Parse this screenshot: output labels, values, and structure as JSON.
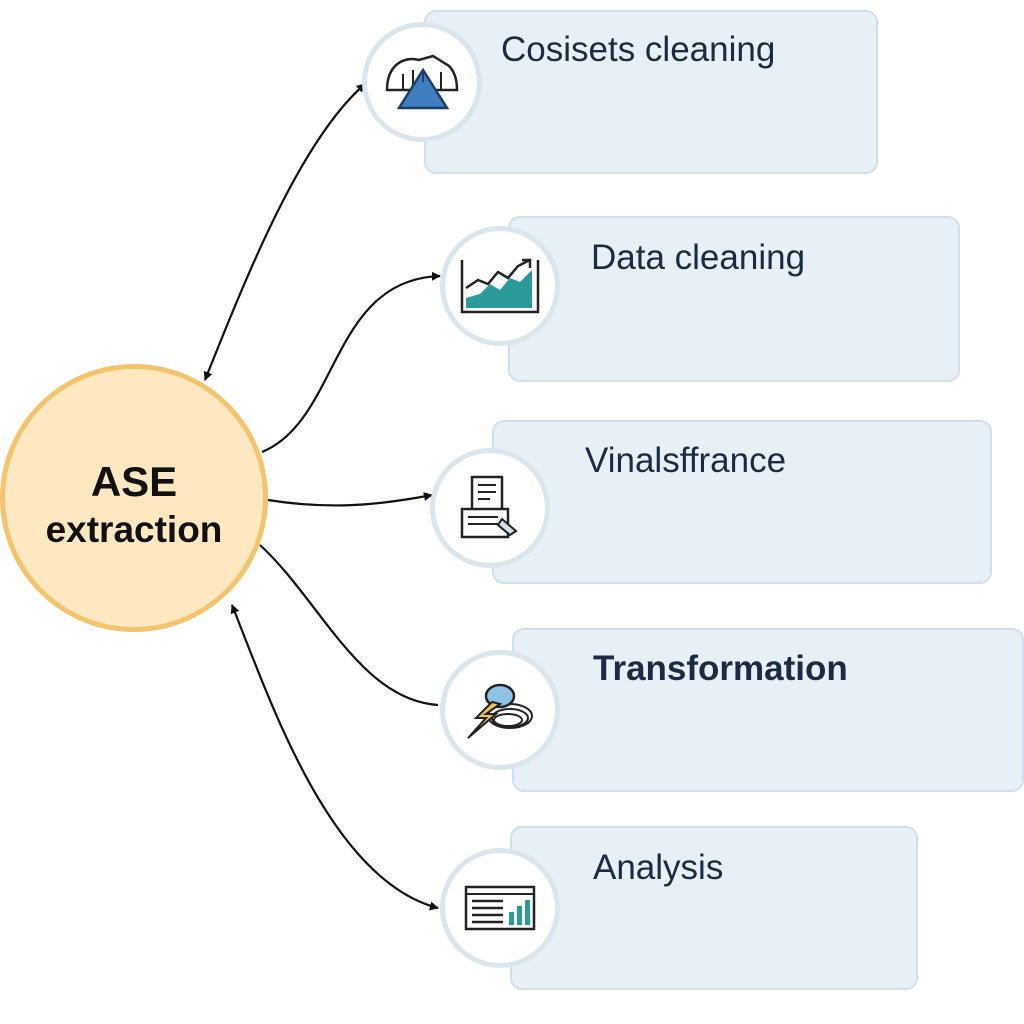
{
  "center": {
    "title": "ASE",
    "subtitle": "extraction"
  },
  "steps": [
    {
      "label": "Cosisets cleaning",
      "icon": "tent-triangle-icon"
    },
    {
      "label": "Data cleaning",
      "icon": "line-area-chart-icon"
    },
    {
      "label": "Vinalsffrance",
      "icon": "document-stack-icon"
    },
    {
      "label": "Transformation",
      "icon": "lightning-plug-icon"
    },
    {
      "label": "Analysis",
      "icon": "report-bar-chart-icon"
    }
  ],
  "colors": {
    "card_fill": "#e6f0f6",
    "card_border": "#cfe0ea",
    "center_fill": "#fde8c2",
    "center_border": "#f4c46c",
    "icon_blue": "#3f7fc0",
    "icon_teal": "#2a9a9a",
    "text": "#1c2a44"
  }
}
